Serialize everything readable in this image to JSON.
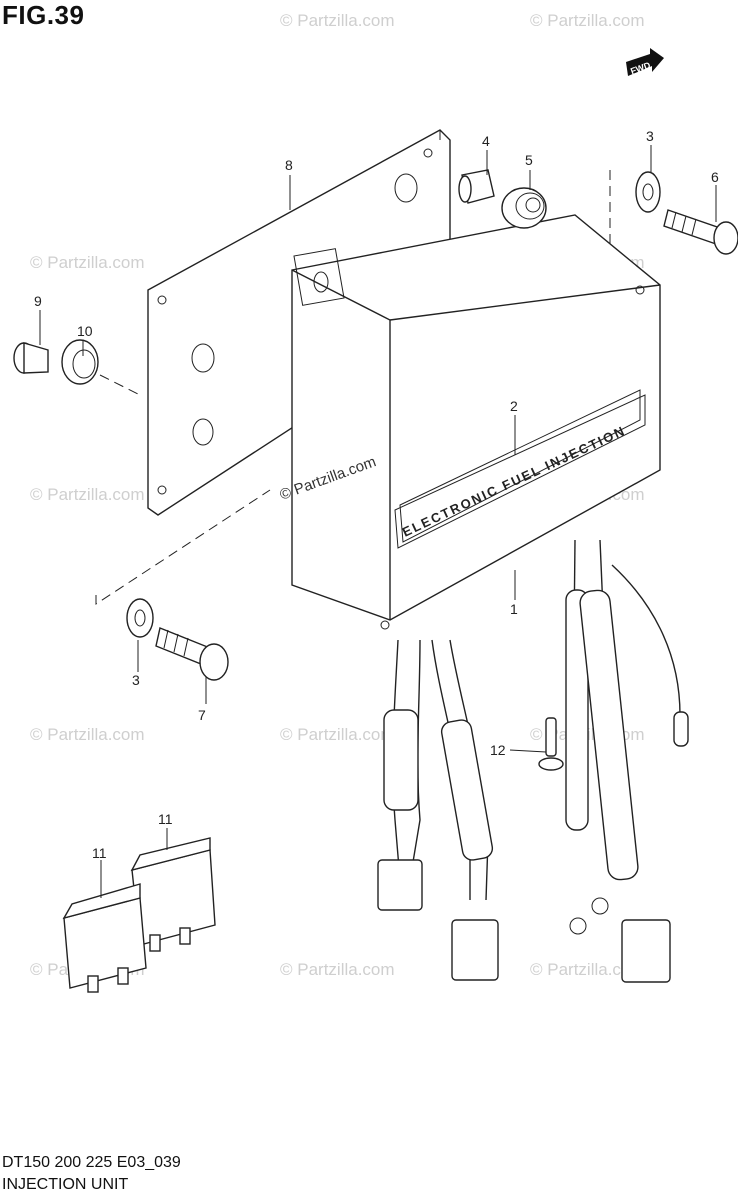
{
  "figure": {
    "title": "FIG.39",
    "fwd_label": "FWD",
    "footer_code": "DT150 200 225 E03_039",
    "footer_name": "INJECTION UNIT"
  },
  "unit_label": "ELECTRONIC FUEL INJECTION",
  "center_watermark": "© Partzilla.com",
  "watermark_text": "© Partzilla.com",
  "callouts": [
    {
      "id": "1",
      "text": "1"
    },
    {
      "id": "2",
      "text": "2"
    },
    {
      "id": "3a",
      "text": "3"
    },
    {
      "id": "3b",
      "text": "3"
    },
    {
      "id": "4",
      "text": "4"
    },
    {
      "id": "5",
      "text": "5"
    },
    {
      "id": "6",
      "text": "6"
    },
    {
      "id": "7",
      "text": "7"
    },
    {
      "id": "8",
      "text": "8"
    },
    {
      "id": "9",
      "text": "9"
    },
    {
      "id": "10",
      "text": "10"
    },
    {
      "id": "11a",
      "text": "11"
    },
    {
      "id": "11b",
      "text": "11"
    },
    {
      "id": "12",
      "text": "12"
    }
  ]
}
